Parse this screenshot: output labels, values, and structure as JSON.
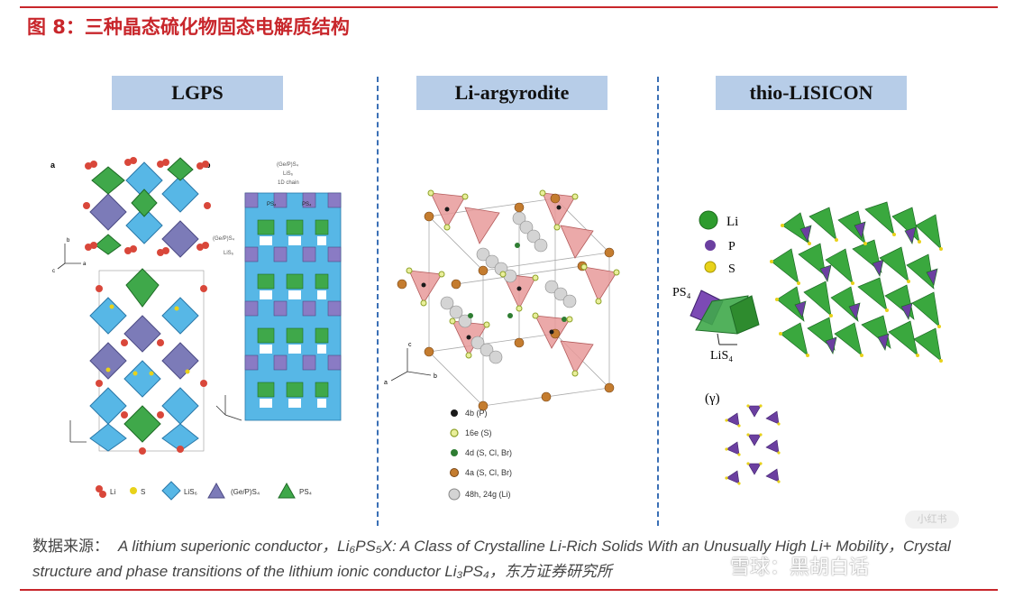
{
  "colors": {
    "accent": "#c8262b",
    "panel_title_bg": "#b7cde8",
    "separator": "#3a6fb5",
    "li_green": "#2e8b2e",
    "ps4_purple": "#6b3fa0",
    "s_yellow": "#e8d21a",
    "sulfur_green": "#9ab83a",
    "p_black": "#1a1a1a",
    "cl_brown": "#b5651d",
    "li_gray": "#c8c8c8",
    "lgps_blue": "#57b7e6",
    "tetra_pink": "#e79a9a",
    "lgps_red": "#d9473a"
  },
  "figure": {
    "title": "图 8：三种晶态硫化物固态电解质结构"
  },
  "panels": {
    "lgps": {
      "title": "LGPS",
      "sub_a": "a",
      "sub_b": "b",
      "chain_label_1": "(Ge/P)S₄",
      "chain_label_2": "LiS₆",
      "chain_label_3": "1D chain",
      "side_label_1": "(Ge/P)S₄",
      "side_label_2": "LiS₆",
      "ps4_tag": "PS₄",
      "axis_a": "a",
      "axis_b": "b",
      "axis_c": "c",
      "legend": [
        "Li",
        "S",
        "LiS₆",
        "(Ge/P)S₄",
        "PS₄"
      ]
    },
    "argyrodite": {
      "title": "Li-argyrodite",
      "axis_a": "a",
      "axis_b": "b",
      "axis_c": "c",
      "legend": [
        "4b (P)",
        "16e (S)",
        "4d (S, Cl, Br)",
        "4a (S, Cl, Br)",
        "48h, 24g (Li)"
      ]
    },
    "thio": {
      "title": "thio-LISICON",
      "legend": [
        "Li",
        "P",
        "S"
      ],
      "ps4_label": "PS₄",
      "lis4_label": "LiS₄",
      "gamma": "(γ)"
    }
  },
  "source": {
    "lead": "数据来源：",
    "refs": "A lithium superionic conductor，Li₆PS₅X: A Class of Crystalline Li-Rich Solids With an Unusually High Li+ Mobility，Crystal structure and phase transitions of the lithium ionic conductor Li₃PS₄，东方证券研究所"
  },
  "watermark": {
    "text": "雪球：黑胡白话",
    "badge": "小红书"
  }
}
